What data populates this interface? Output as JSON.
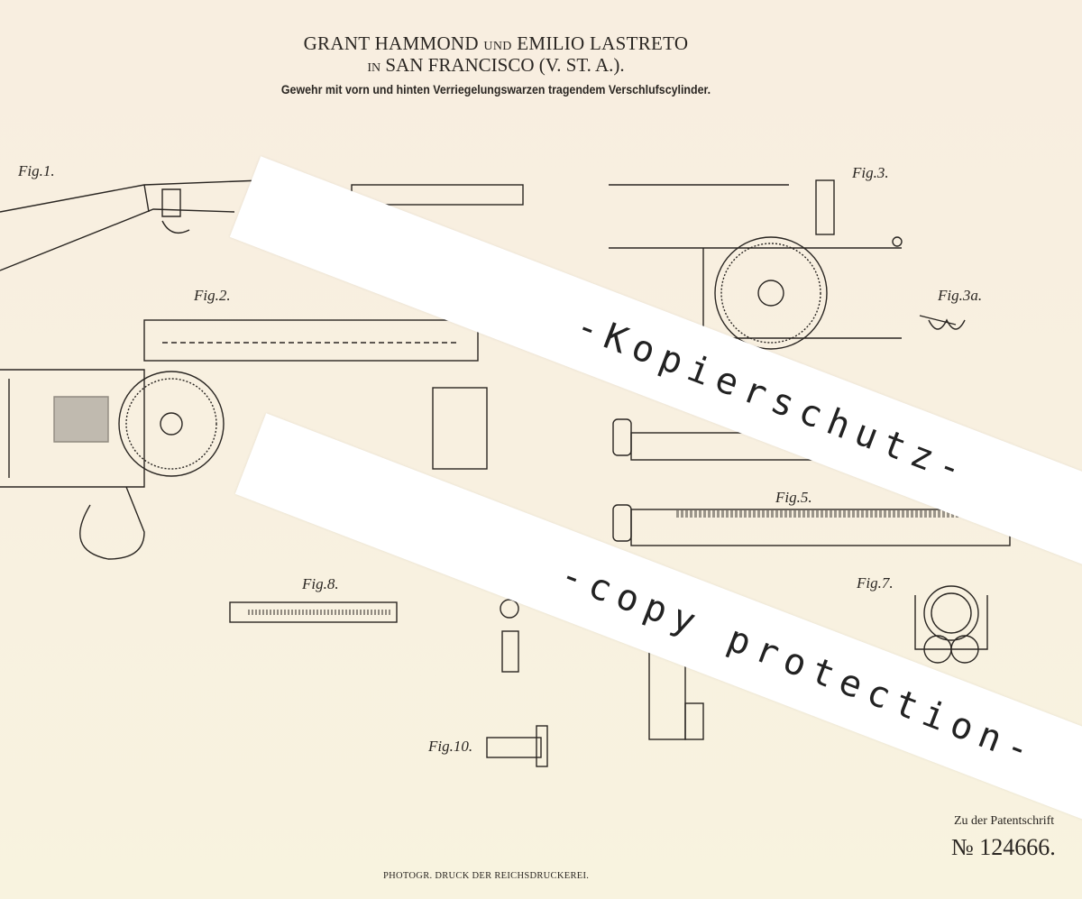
{
  "header": {
    "inventor_1": "GRANT HAMMOND",
    "und": "UND",
    "inventor_2": "EMILIO LASTRETO",
    "in": "IN",
    "location": "SAN FRANCISCO (V. ST. A.).",
    "subtitle": "Gewehr mit vorn und hinten Verriegelungswarzen tragendem Verschlufscylinder."
  },
  "figures": [
    "Fig.1.",
    "Fig.2.",
    "Fig.3.",
    "Fig.3a.",
    "Fig.5.",
    "Fig.7.",
    "Fig.8.",
    "Fig.10."
  ],
  "watermarks": [
    "-Kopierschutz-",
    "-copy protection-"
  ],
  "footer": {
    "patent_ref_label": "Zu der Patentschrift",
    "patent_number": "№ 124666.",
    "printer": "PHOTOGR. DRUCK DER REICHSDRUCKEREI."
  }
}
